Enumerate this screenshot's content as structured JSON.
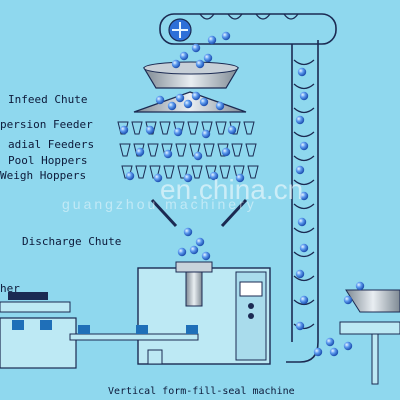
{
  "labels": {
    "infeed_chute": "Infeed Chute",
    "dispersion_feeder": "persion Feeder",
    "radial_feeders": "adial Feeders",
    "pool_hoppers": "Pool Hoppers",
    "weigh_hoppers": "Weigh Hoppers",
    "discharge_chute": "Discharge Chute",
    "left_machine": "her",
    "vffs_machine": "Vertical form-fill-seal machine"
  },
  "watermark": {
    "main": "en.china.cn",
    "sub": "guangzhou machinery"
  },
  "colors": {
    "background": "#8fd8ee",
    "machine_body": "#bde9f4",
    "line": "#1b2a52",
    "product_ball": "#2e6fd8",
    "conveyor_belt": "#1f6fb8"
  }
}
